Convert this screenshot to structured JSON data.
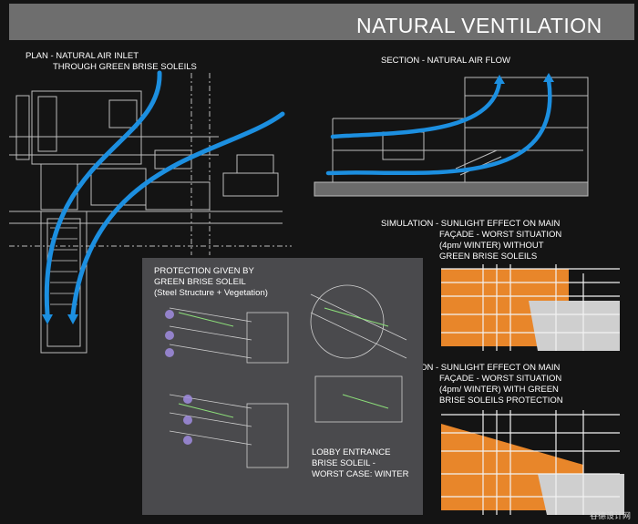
{
  "title": "NATURAL VENTILATION",
  "plan_label": {
    "line1": "PLAN - NATURAL AIR INLET",
    "line2": "THROUGH GREEN BRISE SOLEILS"
  },
  "section_label": "SECTION - NATURAL AIR FLOW",
  "sim1_label": {
    "line1": "SIMULATION - SUNLIGHT EFFECT ON MAIN",
    "line2": "FAÇADE - WORST SITUATION",
    "line3": "(4pm/ WINTER) WITHOUT",
    "line4": "GREEN BRISE SOLEILS"
  },
  "sim2_label": {
    "line1": "SIMULATION - SUNLIGHT EFFECT ON MAIN",
    "line2": "FAÇADE - WORST SITUATION",
    "line3": "(4pm/ WINTER) WITH GREEN",
    "line4": "BRISE SOLEILS PROTECTION"
  },
  "protection_label": {
    "line1": "PROTECTION GIVEN BY",
    "line2": "GREEN BRISE SOLEIL",
    "line3": "(Steel Structure + Vegetation)"
  },
  "lobby_label": {
    "line1": "LOBBY ENTRANCE",
    "line2": "BRISE SOLEIL -",
    "line3": "WORST CASE: WINTER"
  },
  "watermark": "谷德设计网",
  "colors": {
    "background": "#141414",
    "title_bar": "#6e6e6e",
    "airflow": "#1c8fe0",
    "sunlight": "#e8862a",
    "panel": "#4a4a4d",
    "linework": "#bdbdbd"
  }
}
